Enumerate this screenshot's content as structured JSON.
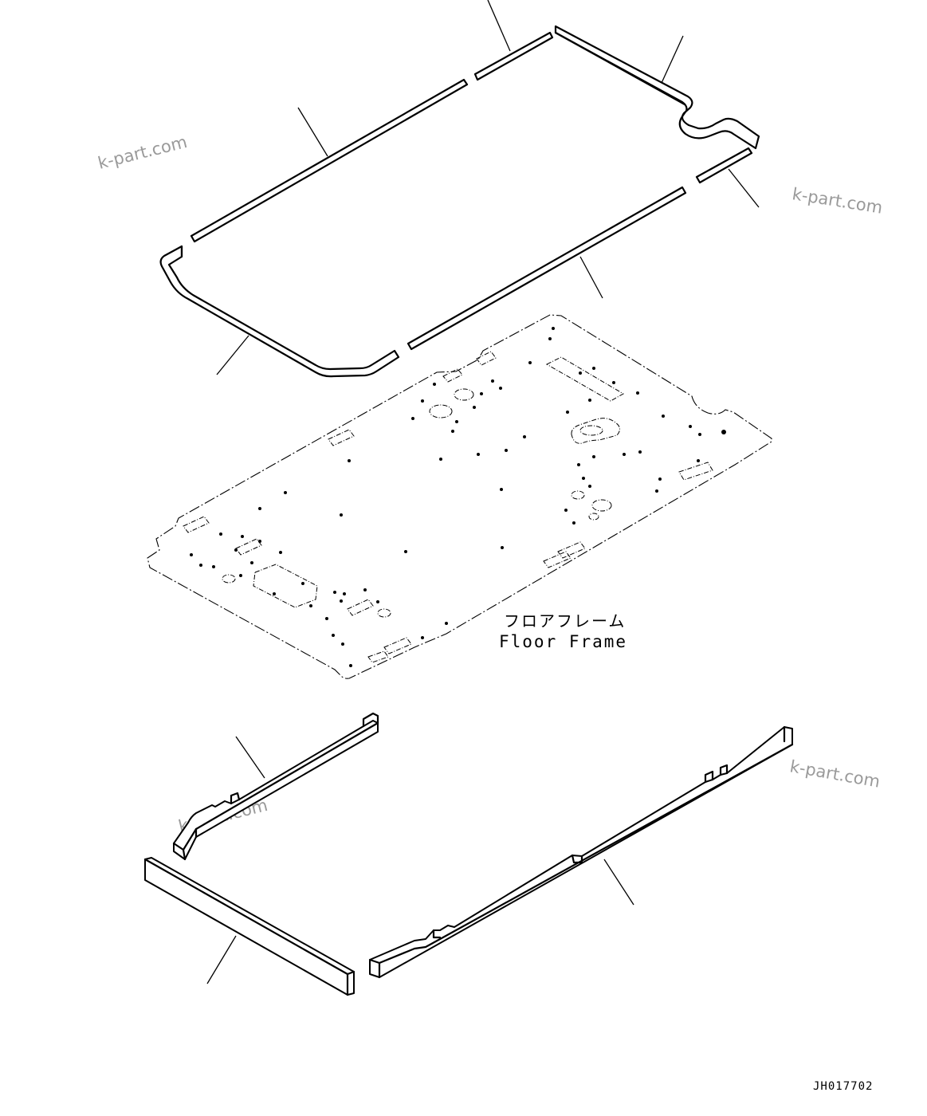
{
  "floor_frame_label": {
    "japanese": "フロアフレーム",
    "english": "Floor Frame"
  },
  "drawing_number": "JH017702",
  "watermarks": [
    "k-part.com",
    "k-part.com",
    "k-part.com",
    "k-part.com"
  ]
}
